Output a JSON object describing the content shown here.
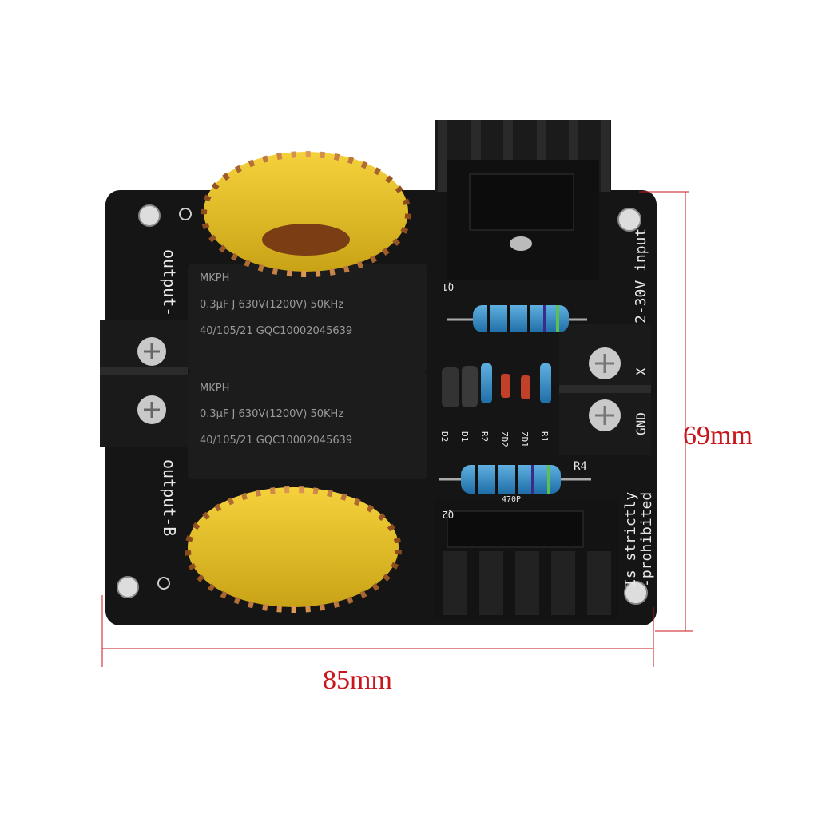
{
  "dimensions": {
    "height_label": "69mm",
    "width_label": "85mm",
    "line_color": "#c8161d"
  },
  "board": {
    "color": "#151515",
    "silkscreen": {
      "output_a": "output-",
      "output_b": "output-B",
      "input": "2-30V input",
      "warning_1": "Is strictly",
      "warning_2": "-prohibited",
      "terminal_x": "X",
      "terminal_gnd": "GND",
      "r4": "R4",
      "cap_small": "470P",
      "q1": "Q1",
      "q2": "Q2",
      "parts": [
        "D2",
        "D1",
        "R2",
        "ZD2",
        "ZD1",
        "R1"
      ]
    },
    "capacitors": [
      {
        "brand": "MKPH",
        "rating": "0.3μF J 630V(1200V) 50KHz",
        "code": "40/105/21 GQC10002045639"
      },
      {
        "brand": "MKPH",
        "rating": "0.3μF J 630V(1200V) 50KHz",
        "code": "40/105/21 GQC10002045639"
      }
    ]
  }
}
